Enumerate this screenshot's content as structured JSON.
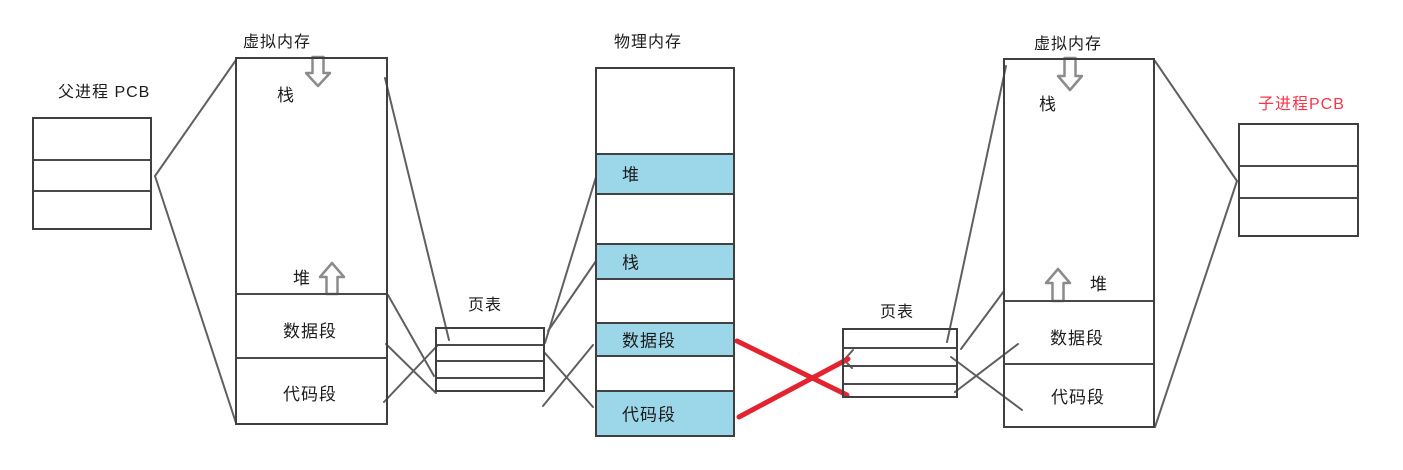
{
  "parent_pcb": {
    "title": "父进程 PCB"
  },
  "left_vm": {
    "title": "虚拟内存",
    "stack": "栈",
    "heap": "堆",
    "data": "数据段",
    "code": "代码段"
  },
  "left_page_table": {
    "title": "页表"
  },
  "physical_memory": {
    "title": "物理内存",
    "heap": "堆",
    "stack": "栈",
    "data": "数据段",
    "code": "代码段"
  },
  "right_page_table": {
    "title": "页表"
  },
  "right_vm": {
    "title": "虚拟内存",
    "stack": "栈",
    "heap": "堆",
    "data": "数据段",
    "code": "代码段"
  },
  "child_pcb": {
    "title": "子进程PCB"
  },
  "colors": {
    "line": "#474747",
    "box": "#3f3f3f",
    "highlight": "#9bd7e9",
    "remap": "#e42330",
    "childtitle": "#fb3449"
  }
}
